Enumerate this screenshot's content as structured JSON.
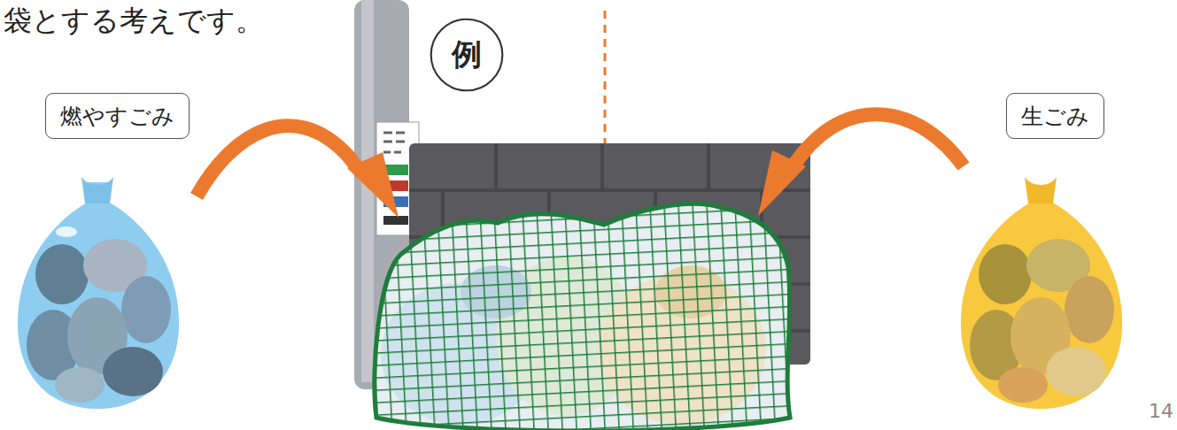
{
  "diagram": {
    "nodes": [
      {
        "text": [
          "例"
        ]
      },
      {
        "text": [
          "燃やすごみ"
        ]
      },
      {
        "text": [
          "生ごみ"
        ]
      }
    ],
    "labels": [
      "袋とする考えです。",
      "14"
    ]
  }
}
